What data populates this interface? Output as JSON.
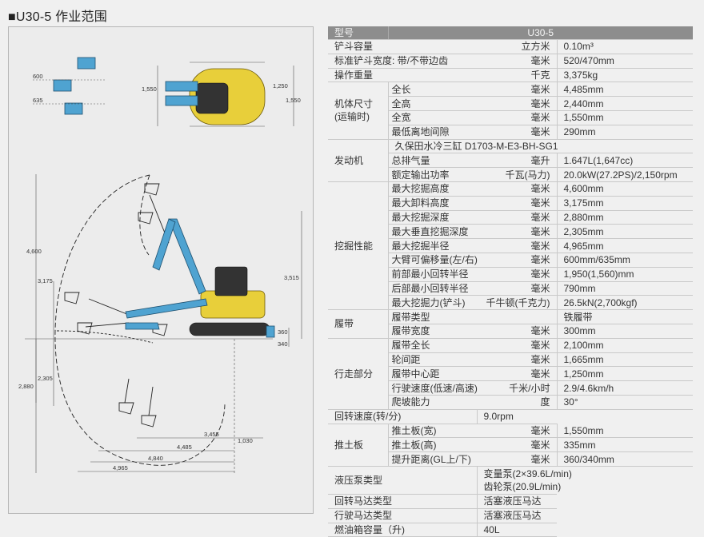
{
  "title": "■U30-5 作业范围",
  "diagram": {
    "top_dims": [
      "600",
      "635",
      "1,550",
      "1,250",
      "1,550"
    ],
    "side_dims": [
      "4,600",
      "3,175",
      "2,880",
      "2,305",
      "3,515",
      "360",
      "340",
      "3,455",
      "1,030",
      "4,485",
      "4,840",
      "4,965"
    ]
  },
  "table": {
    "header": {
      "label": "型号",
      "value": "U30-5"
    },
    "rows": [
      {
        "cat": "铲斗容量",
        "catspan": 2,
        "unit": "立方米",
        "value": "0.10m³"
      },
      {
        "cat": "标准铲斗宽度: 带/不带边齿",
        "catspan": 2,
        "unit": "毫米",
        "value": "520/470mm"
      },
      {
        "cat": "操作重量",
        "catspan": 2,
        "unit": "千克",
        "value": "3,375kg"
      },
      {
        "group": "机体尺寸\n(运输时)",
        "rowspan": 4,
        "cat": "全长",
        "unit": "毫米",
        "value": "4,485mm"
      },
      {
        "cat": "全高",
        "unit": "毫米",
        "value": "2,440mm"
      },
      {
        "cat": "全宽",
        "unit": "毫米",
        "value": "1,550mm"
      },
      {
        "cat": "最低离地间隙",
        "unit": "毫米",
        "value": "290mm"
      },
      {
        "group": "发动机",
        "rowspan": 3,
        "cat": "久保田水冷三缸 D1703-M-E3-BH-SG1",
        "span_all": true
      },
      {
        "cat": "总排气量",
        "unit": "毫升",
        "value": "1.647L(1,647cc)"
      },
      {
        "cat": "额定输出功率",
        "unit": "千瓦(马力)",
        "value": "20.0kW(27.2PS)/2,150rpm"
      },
      {
        "group": "挖掘性能",
        "rowspan": 9,
        "cat": "最大挖掘高度",
        "unit": "毫米",
        "value": "4,600mm"
      },
      {
        "cat": "最大卸料高度",
        "unit": "毫米",
        "value": "3,175mm"
      },
      {
        "cat": "最大挖掘深度",
        "unit": "毫米",
        "value": "2,880mm"
      },
      {
        "cat": "最大垂直挖掘深度",
        "unit": "毫米",
        "value": "2,305mm"
      },
      {
        "cat": "最大挖掘半径",
        "unit": "毫米",
        "value": "4,965mm"
      },
      {
        "cat": "大臂可偏移量(左/右)",
        "unit": "毫米",
        "value": "600mm/635mm"
      },
      {
        "cat": "前部最小回转半径",
        "unit": "毫米",
        "value": "1,950(1,560)mm"
      },
      {
        "cat": "后部最小回转半径",
        "unit": "毫米",
        "value": "790mm"
      },
      {
        "cat": "最大挖掘力(铲斗)",
        "unit": "千牛顿(千克力)",
        "value": "26.5kN(2,700kgf)"
      },
      {
        "group": "履带",
        "rowspan": 2,
        "cat": "履带类型",
        "unit": "",
        "value": "铁履带"
      },
      {
        "cat": "履带宽度",
        "unit": "毫米",
        "value": "300mm"
      },
      {
        "group": "行走部分",
        "rowspan": 5,
        "cat": "履带全长",
        "unit": "毫米",
        "value": "2,100mm"
      },
      {
        "cat": "轮间距",
        "unit": "毫米",
        "value": "1,665mm"
      },
      {
        "cat": "履带中心距",
        "unit": "毫米",
        "value": "1,250mm"
      },
      {
        "cat": "行驶速度(低速/高速)",
        "unit": "千米/小时",
        "value": "2.9/4.6km/h"
      },
      {
        "cat": "爬坡能力",
        "unit": "度",
        "value": "30°"
      },
      {
        "cat": "回转速度(转/分)",
        "catspan": 3,
        "unit": null,
        "value": "9.0rpm"
      },
      {
        "group": "推土板",
        "rowspan": 3,
        "cat": "推土板(宽)",
        "unit": "毫米",
        "value": "1,550mm"
      },
      {
        "cat": "推土板(高)",
        "unit": "毫米",
        "value": "335mm"
      },
      {
        "cat": "提升距离(GL上/下)",
        "unit": "毫米",
        "value": "360/340mm"
      },
      {
        "cat": "液压泵类型",
        "catspan": 3,
        "unit": null,
        "value": "变量泵(2×39.6L/min)\n齿轮泵(20.9L/min)",
        "tall": true
      },
      {
        "cat": "回转马达类型",
        "catspan": 3,
        "unit": null,
        "value": "活塞液压马达"
      },
      {
        "cat": "行驶马达类型",
        "catspan": 3,
        "unit": null,
        "value": "活塞液压马达"
      },
      {
        "cat": "燃油箱容量（升)",
        "catspan": 3,
        "unit": null,
        "value": "40L"
      }
    ]
  }
}
